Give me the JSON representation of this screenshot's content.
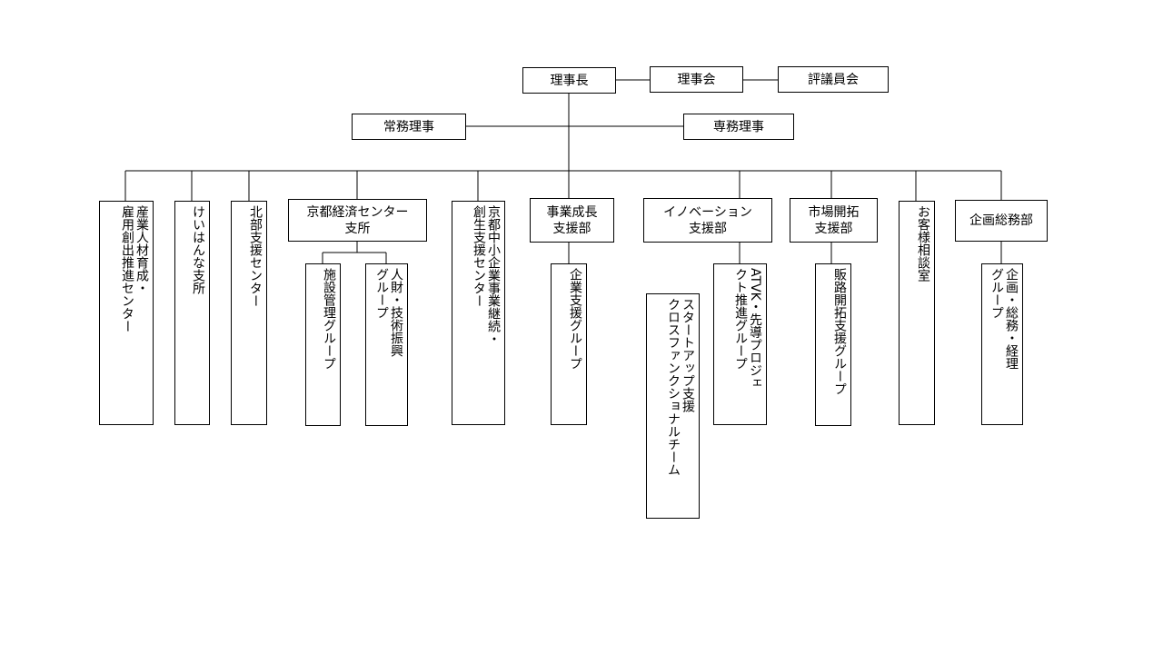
{
  "org_chart": {
    "top": {
      "chairman": "理事長",
      "board": "理事会",
      "councilors": "評議員会",
      "managing_director": "常務理事",
      "executive_director": "専務理事"
    },
    "departments": {
      "sangyo": "産業人材育成・\n雇用創出推進センター",
      "keihanna": "けいはんな支所",
      "hokubu": "北部支援センター",
      "keizai": "京都経済センター\n支所",
      "shisetsu": "施設管理グループ",
      "jinzai": "人財・技術振興\nグループ",
      "keisho": "京都中小企業事業継続・\n創生支援センター",
      "jigyo": "事業成長\n支援部",
      "kigyo_shien": "企業支援グループ",
      "innovation": "イノベーション\n支援部",
      "atvk": "ATVK・先導プロジェ\nクト推進グループ",
      "startup": "スタートアップ支援\nクロスファンクショナルチーム",
      "shijo": "市場開拓\n支援部",
      "hanro": "販路開拓支援グループ",
      "okyaku": "お客様相談室",
      "kikaku": "企画総務部",
      "kikaku_group": "企画・総務・経理\nグループ"
    }
  }
}
